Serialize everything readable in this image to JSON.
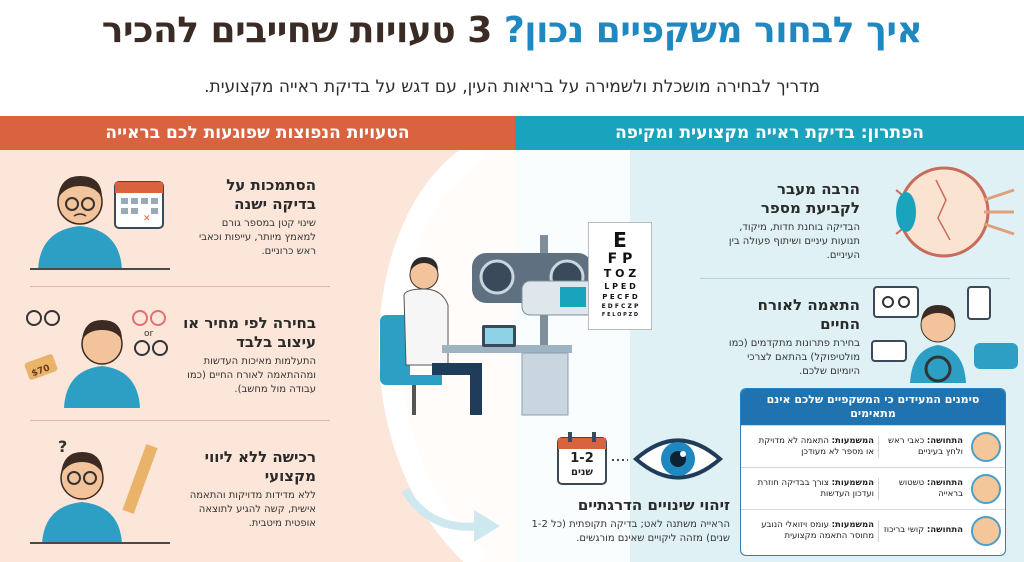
{
  "header": {
    "title_part1": "איך לבחור משקפיים נכון?",
    "title_part2": "3 טעויות שחייבים להכיר",
    "subtitle": "מדריך לבחירה מושכלת ולשמירה על בריאות העין, עם דגש על בדיקת ראייה מקצועית."
  },
  "left": {
    "header": "הטעויות הנפוצות שפוגעות לכם בראייה",
    "items": [
      {
        "title": "הסתמכות על בדיקה ישנה",
        "desc": "שינוי קטן במספר גורם למאמץ מיותר, עייפות וכאבי ראש כרוניים."
      },
      {
        "title": "בחירה לפי מחיר או עיצוב בלבד",
        "desc": "התעלמות מאיכות העדשות ומההתאמה לאורח החיים (כמו עבודה מול מחשב)."
      },
      {
        "title": "רכישה ללא ליווי מקצועי",
        "desc": "ללא מדידות מדויקות והתאמה אישית, קשה להגיע לתוצאה אופטית מיטבית."
      }
    ],
    "price_tag": "$70",
    "or_label": "or"
  },
  "right": {
    "header": "הפתרון: בדיקת ראייה מקצועית ומקיפה",
    "items": [
      {
        "title": "הרבה מעבר לקביעת מספר",
        "desc": "הבדיקה בוחנת חדות, מיקוד, תנועות עיניים ושיתוף פעולה בין העיניים."
      },
      {
        "title": "התאמה לאורח החיים",
        "desc": "בחירת פתרונות מתקדמים (כמו מולטיפוקל) בהתאם לצרכי היומיום שלכם."
      },
      {
        "title": "זיהוי שינויים הדרגתיים",
        "desc": "הראייה משתנה לאט; בדיקה תקופתית (כל 1-2 שנים) מזהה ליקויים שאינם מורגשים."
      }
    ],
    "calendar_top": "1-2",
    "calendar_bottom": "שנים"
  },
  "eye_chart": {
    "rows": [
      "E",
      "F P",
      "T O Z",
      "L P E D",
      "P E C F D",
      "E D F C Z P",
      "F E L O P Z D"
    ]
  },
  "signs_card": {
    "title": "סימנים המעידים כי המשקפיים שלכם אינם מתאימים",
    "feeling_label": "התחושה:",
    "meaning_label": "המשמעות:",
    "rows": [
      {
        "feeling": "כאבי ראש ולחץ בעיניים",
        "meaning": "התאמה לא מדויקת או מספר לא מעודכן"
      },
      {
        "feeling": "טשטוש בראייה",
        "meaning": "צורך בבדיקה חוזרת ועדכון העדשות"
      },
      {
        "feeling": "קושי בריכוז",
        "meaning": "עומס ויזואלי הנובע מחוסר התאמה מקצועית"
      }
    ]
  },
  "colors": {
    "accent_orange": "#d9623f",
    "accent_teal": "#1aa3bd",
    "title_blue": "#1f88c0",
    "card_blue": "#1e73b0"
  }
}
